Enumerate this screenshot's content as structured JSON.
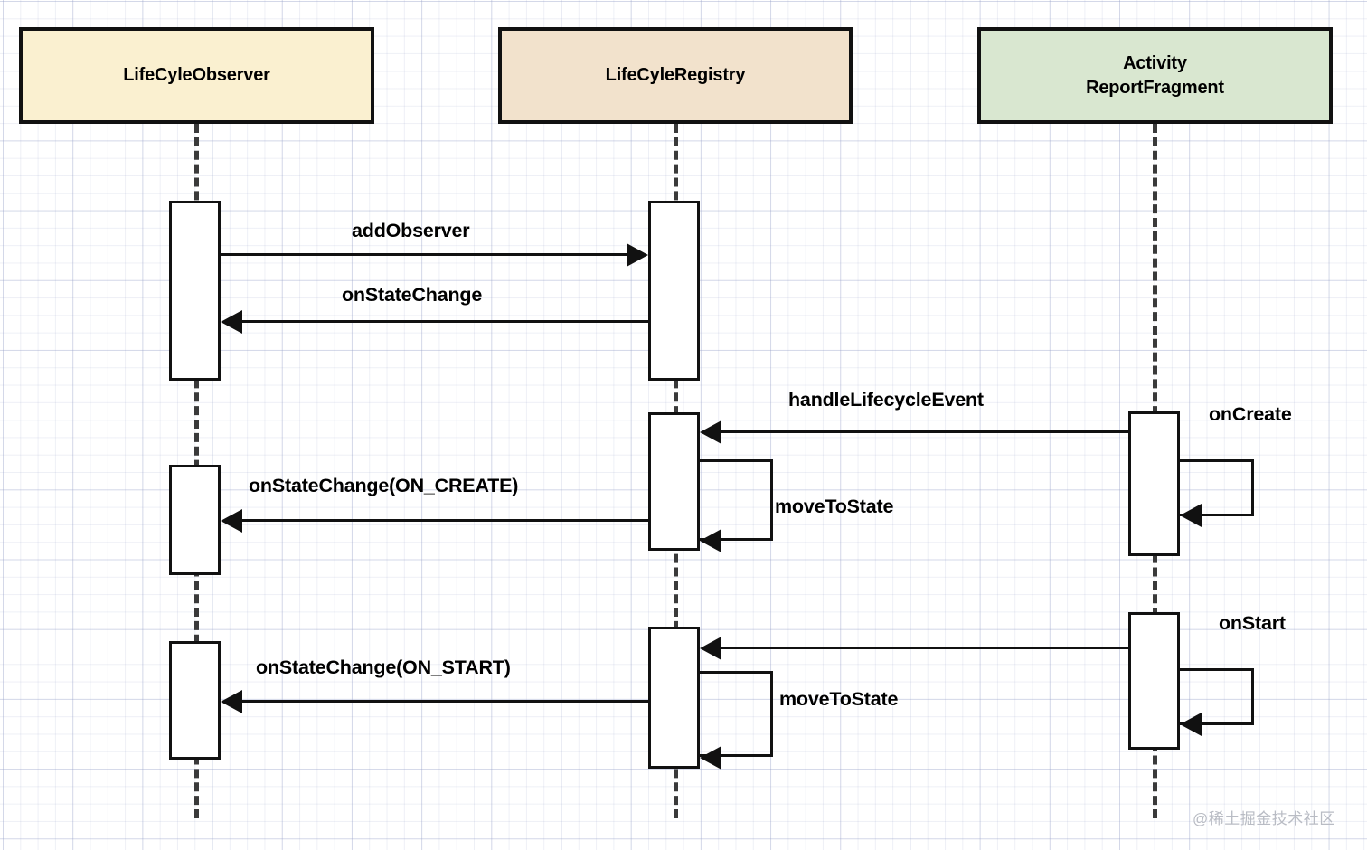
{
  "diagram": {
    "type": "sequence-diagram",
    "title": "Android Lifecycle sequence diagram",
    "watermark": "@稀土掘金技术社区",
    "colors": {
      "observer_fill": "#FAF0D0",
      "registry_fill": "#F2E2CC",
      "activity_fill": "#D9E7D0",
      "stroke": "#111111",
      "lifeline": "#3a3a3a",
      "grid": "#c3c8de",
      "watermark": "#b9bcc4"
    },
    "participants": [
      {
        "id": "observer",
        "label": "LifeCyleObserver",
        "label_lines": [
          "LifeCyleObserver"
        ]
      },
      {
        "id": "registry",
        "label": "LifeCyleRegistry",
        "label_lines": [
          "LifeCyleRegistry"
        ]
      },
      {
        "id": "activity",
        "label": "Activity\nReportFragment",
        "label_line1": "Activity",
        "label_line2": "ReportFragment"
      }
    ],
    "messages": [
      {
        "id": "m1",
        "label": "addObserver",
        "from": "observer",
        "to": "registry",
        "direction": "right"
      },
      {
        "id": "m2",
        "label": "onStateChange",
        "from": "registry",
        "to": "observer",
        "direction": "left"
      },
      {
        "id": "m3",
        "label": "handleLifecycleEvent",
        "from": "activity",
        "to": "registry",
        "direction": "left"
      },
      {
        "id": "m4",
        "label": "onCreate",
        "from": "activity",
        "to": "activity",
        "direction": "self"
      },
      {
        "id": "m5",
        "label": "moveToState",
        "from": "registry",
        "to": "registry",
        "direction": "self"
      },
      {
        "id": "m6",
        "label": "onStateChange(ON_CREATE)",
        "from": "registry",
        "to": "observer",
        "direction": "left"
      },
      {
        "id": "m7",
        "label": "onStart",
        "from": "activity",
        "to": "activity",
        "direction": "self"
      },
      {
        "id": "m8",
        "label": "moveToState",
        "from": "registry",
        "to": "registry",
        "direction": "self"
      },
      {
        "id": "m9",
        "label": "onStateChange(ON_START)",
        "from": "registry",
        "to": "observer",
        "direction": "left"
      }
    ]
  }
}
